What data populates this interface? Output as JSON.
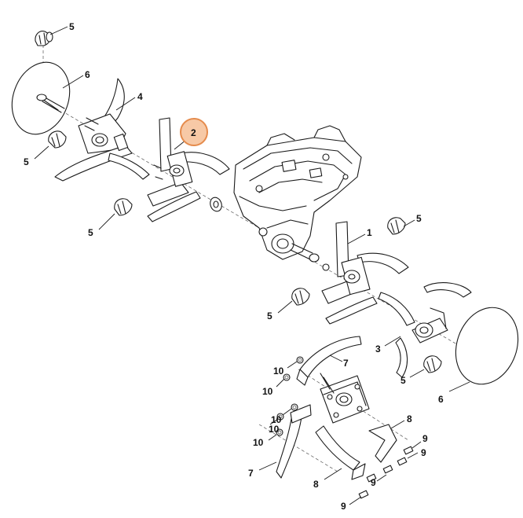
{
  "diagram": {
    "highlight_color": "#f7c9a6",
    "highlight_stroke": "#e58b4c",
    "callouts": [
      {
        "id": "c5a",
        "text": "5"
      },
      {
        "id": "c6a",
        "text": "6"
      },
      {
        "id": "c4",
        "text": "4"
      },
      {
        "id": "c2",
        "text": "2",
        "highlighted": true
      },
      {
        "id": "c5b",
        "text": "5"
      },
      {
        "id": "c5c",
        "text": "5"
      },
      {
        "id": "c5d",
        "text": "5"
      },
      {
        "id": "c1",
        "text": "1"
      },
      {
        "id": "c5e",
        "text": "5"
      },
      {
        "id": "c3",
        "text": "3"
      },
      {
        "id": "c5f",
        "text": "5"
      },
      {
        "id": "c6b",
        "text": "6"
      },
      {
        "id": "c7a",
        "text": "7"
      },
      {
        "id": "c10a",
        "text": "10"
      },
      {
        "id": "c10b",
        "text": "10"
      },
      {
        "id": "c10c",
        "text": "10"
      },
      {
        "id": "c10d",
        "text": "10"
      },
      {
        "id": "c10e",
        "text": "10"
      },
      {
        "id": "c7b",
        "text": "7"
      },
      {
        "id": "c8a",
        "text": "8"
      },
      {
        "id": "c9a",
        "text": "9"
      },
      {
        "id": "c9b",
        "text": "9"
      },
      {
        "id": "c8b",
        "text": "8"
      },
      {
        "id": "c9c",
        "text": "9"
      },
      {
        "id": "c9d",
        "text": "9"
      }
    ]
  }
}
